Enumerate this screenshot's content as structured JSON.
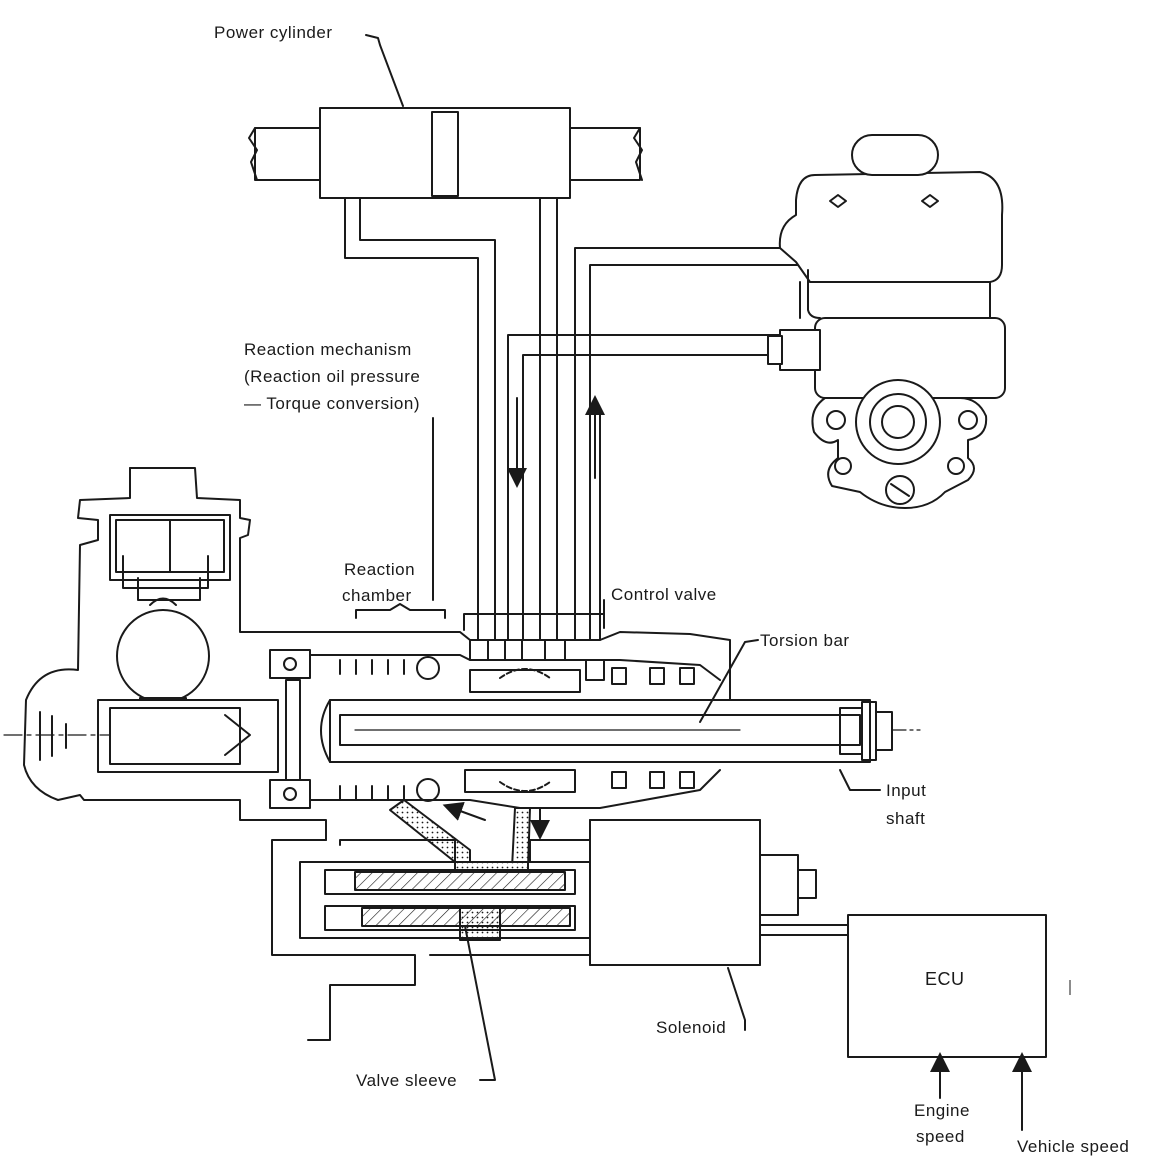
{
  "diagram": {
    "labels": {
      "power_cylinder": "Power cylinder",
      "reaction_mechanism_1": "Reaction mechanism",
      "reaction_mechanism_2": "(Reaction oil pressure",
      "reaction_mechanism_3": "— Torque conversion)",
      "reaction_chamber_1": "Reaction",
      "reaction_chamber_2": "chamber",
      "control_valve": "Control valve",
      "torsion_bar": "Torsion bar",
      "input_shaft_1": "Input",
      "input_shaft_2": "shaft",
      "solenoid": "Solenoid",
      "valve_sleeve": "Valve sleeve",
      "ecu": "ECU",
      "engine_speed_1": "Engine",
      "engine_speed_2": "speed",
      "vehicle_speed": "Vehicle speed"
    },
    "colors": {
      "line": "#1a1a1a",
      "background": "#ffffff"
    }
  }
}
